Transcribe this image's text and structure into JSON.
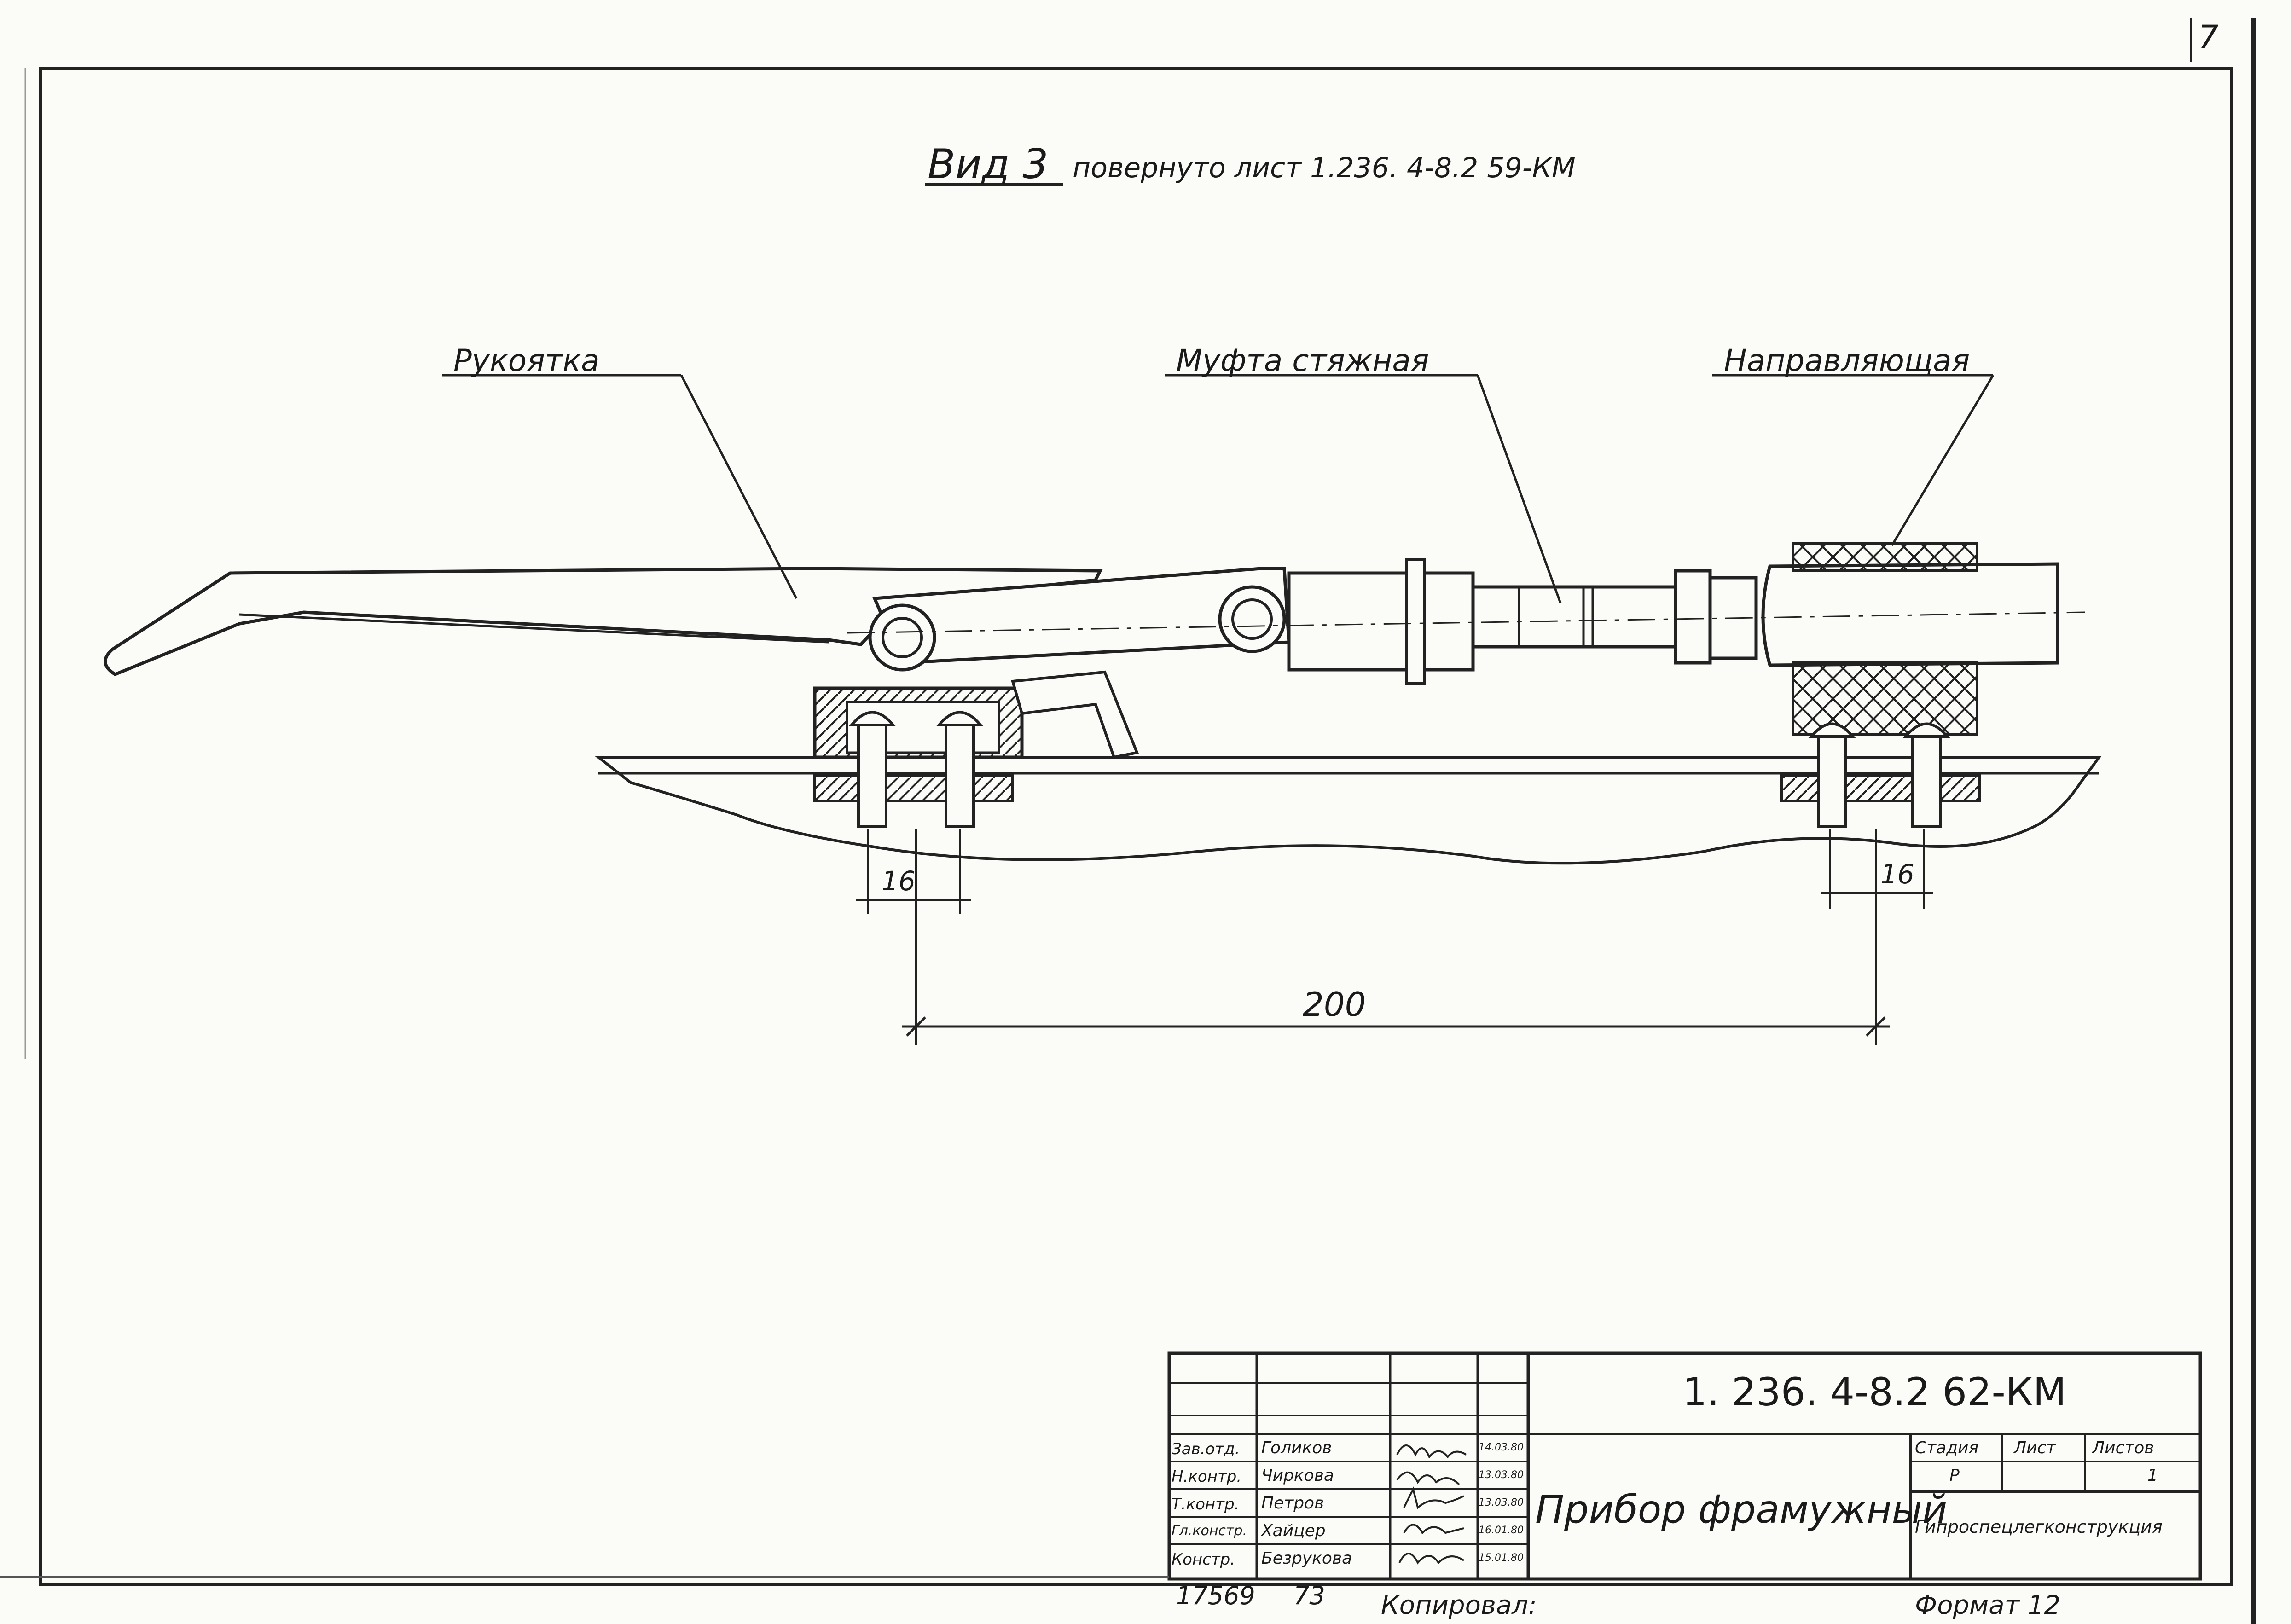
{
  "sheet": {
    "sheet_corner_number": "7",
    "view_title": "Вид 3",
    "view_note": "повернуто лист 1.236. 4-8.2 59-КМ"
  },
  "callouts": {
    "handle": "Рукоятка",
    "coupling": "Муфта стяжная",
    "guide": "Направляющая"
  },
  "dimensions": {
    "left_bolt_spacing": "16",
    "right_bolt_spacing": "16",
    "span": "200"
  },
  "title_block": {
    "designation": "1. 236. 4-8.2   62-КМ",
    "item_name": "Прибор фрамужный",
    "stage_header": "Стадия",
    "sheet_header": "Лист",
    "sheets_header": "Листов",
    "stage_value": "Р",
    "sheets_value": "1",
    "organization": "Гипроспецлегконструкция",
    "signatories": [
      {
        "role": "Зав.отд.",
        "name": "Голиков",
        "date": "14.03.80"
      },
      {
        "role": "Н.контр.",
        "name": "Чиркова",
        "date": "13.03.80"
      },
      {
        "role": "Т.контр.",
        "name": "Петров",
        "date": "13.03.80"
      },
      {
        "role": "Гл.констр.",
        "name": "Хайцер",
        "date": "16.01.80"
      },
      {
        "role": "Констр.",
        "name": "Безрукова",
        "date": "15.01.80"
      }
    ],
    "signature_role": "signatures"
  },
  "footer": {
    "inventory_no": "17569",
    "inventory_sub": "73",
    "copied_by": "Копировал:",
    "format": "Формат 12"
  }
}
